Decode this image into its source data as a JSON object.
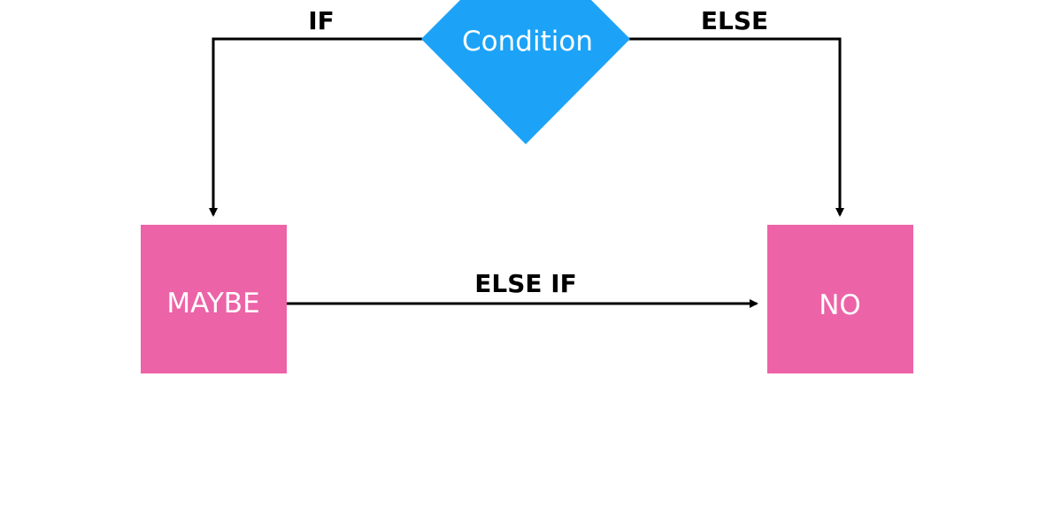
{
  "colors": {
    "decision_fill": "#1ca3f7",
    "box_fill": "#ed63a7",
    "shape_text": "#ffffff",
    "line": "#000000",
    "edge_text": "#000000",
    "background": "#ffffff"
  },
  "nodes": {
    "condition": {
      "label": "Condition",
      "shape": "diamond"
    },
    "maybe": {
      "label": "MAYBE",
      "shape": "rectangle"
    },
    "no": {
      "label": "NO",
      "shape": "rectangle"
    }
  },
  "edges": {
    "if": {
      "label": "IF",
      "from": "Condition",
      "to": "MAYBE"
    },
    "else": {
      "label": "ELSE",
      "from": "Condition",
      "to": "NO"
    },
    "else_if": {
      "label": "ELSE IF",
      "from": "MAYBE",
      "to": "NO"
    }
  }
}
